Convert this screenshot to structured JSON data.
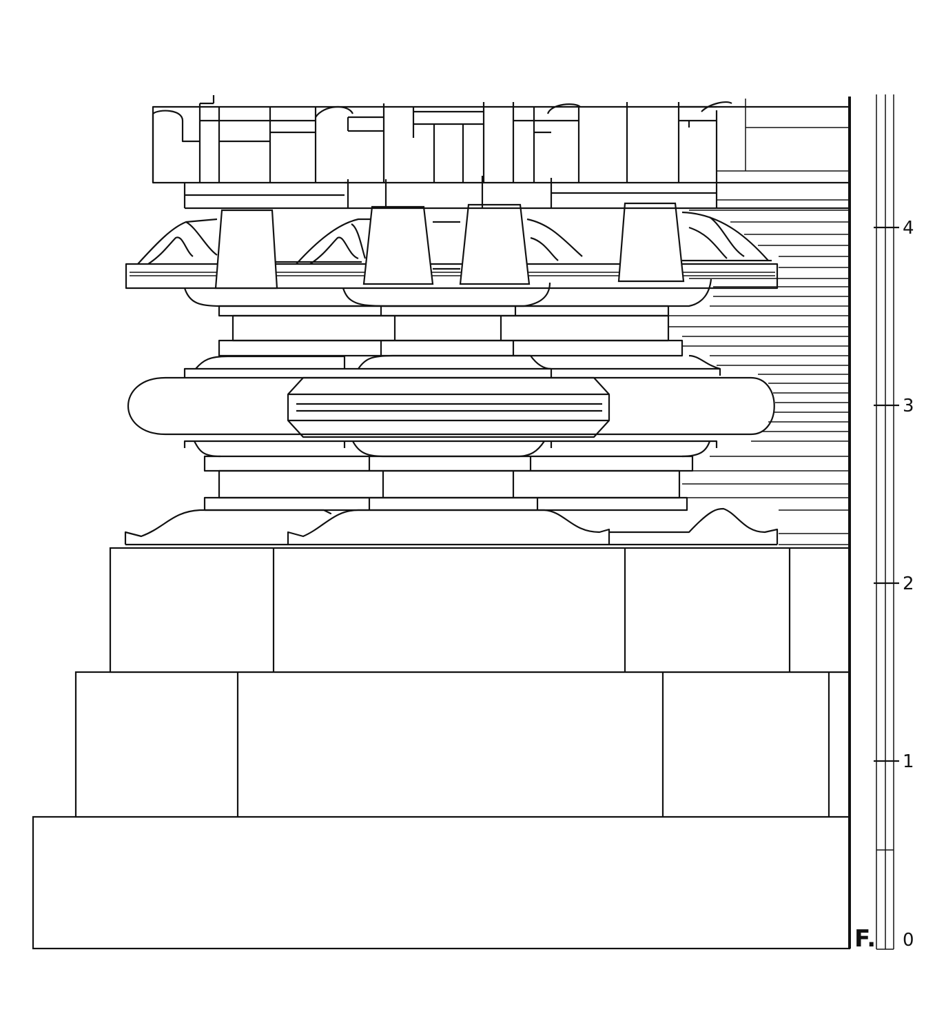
{
  "plinth_label": "F.",
  "scale": {
    "ticks": [
      {
        "value": 0,
        "label": "0"
      },
      {
        "value": 1,
        "label": "1"
      },
      {
        "value": 2,
        "label": "2"
      },
      {
        "value": 3,
        "label": "3"
      },
      {
        "value": 4,
        "label": "4"
      }
    ],
    "subdivision": 0.5
  }
}
